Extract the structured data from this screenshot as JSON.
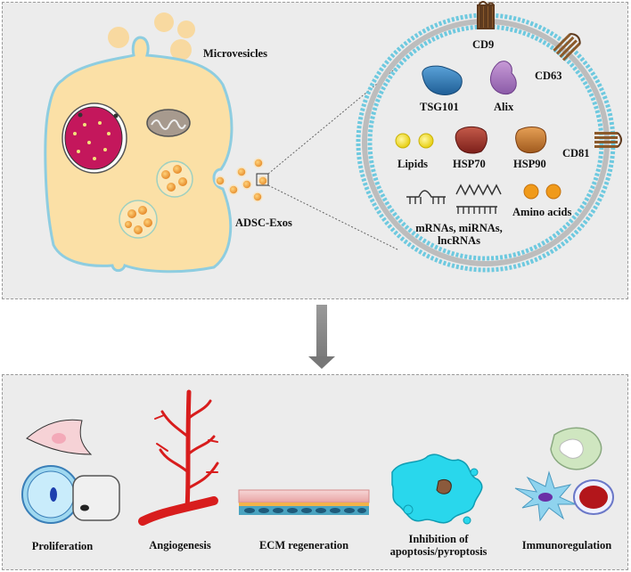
{
  "labels": {
    "microvesicles": "Microvesicles",
    "adsc_exos": "ADSC-Exos",
    "cd9": "CD9",
    "cd63": "CD63",
    "cd81": "CD81",
    "tsg101": "TSG101",
    "alix": "Alix",
    "lipids": "Lipids",
    "hsp70": "HSP70",
    "hsp90": "HSP90",
    "rnas_line1": "mRNAs, miRNAs,",
    "rnas_line2": "lncRNAs",
    "amino_acids": "Amino acids"
  },
  "effects": [
    {
      "label": "Proliferation"
    },
    {
      "label": "Angiogenesis"
    },
    {
      "label": "ECM regeneration"
    },
    {
      "label_line1": "Inhibition of",
      "label_line2": "apoptosis/pyroptosis"
    },
    {
      "label": "Immunoregulation"
    }
  ]
}
